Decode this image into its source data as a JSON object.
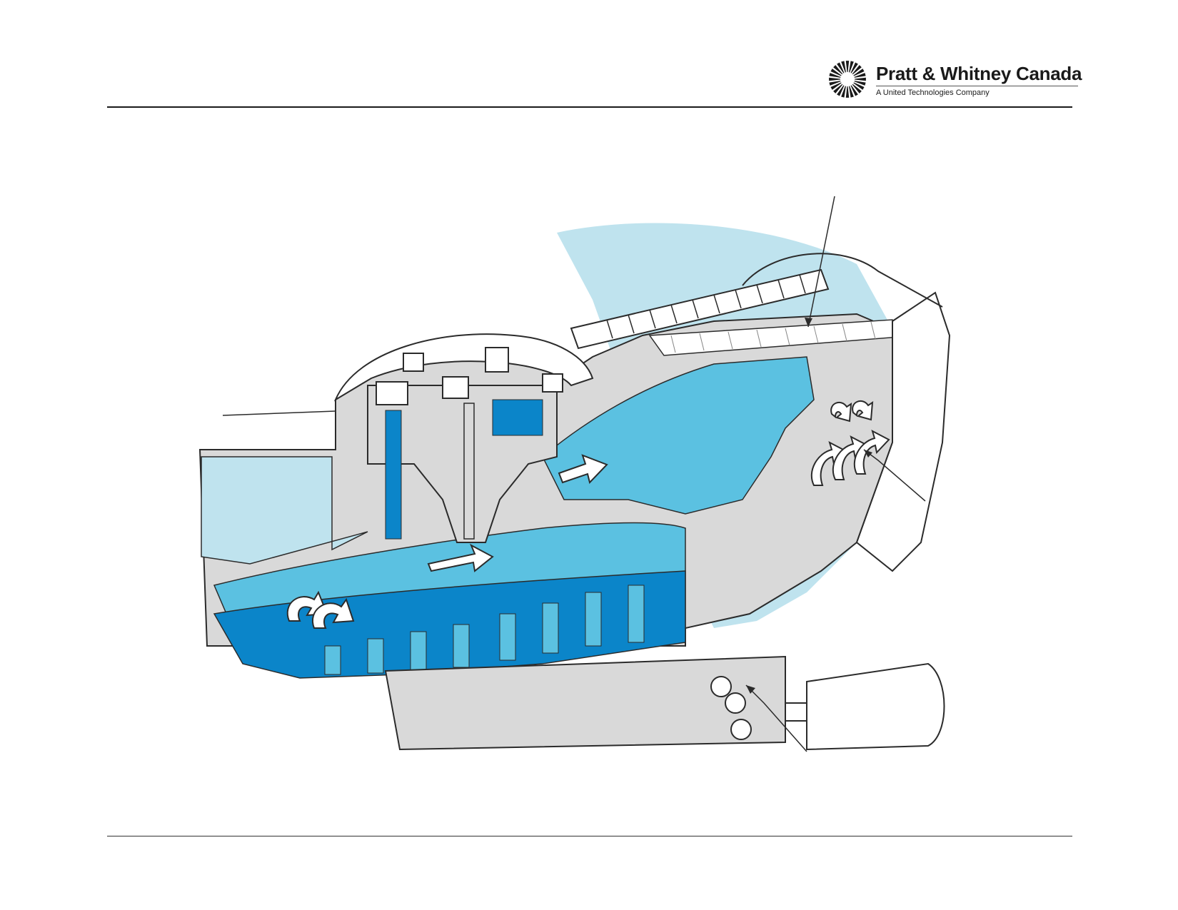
{
  "header": {
    "company_name": "Pratt & Whitney Canada",
    "company_subtitle": "A United Technologies Company"
  },
  "colors": {
    "accent_dark": "#0b85c9",
    "accent_mid": "#5bc1e1",
    "accent_light": "#bfe3ee",
    "metal_gray": "#d9d9d9",
    "outline": "#2b2b2b",
    "rule": "#1a1a1a"
  },
  "diagram": {
    "subject": "turboshaft-engine-cutaway",
    "icons": [
      "sunburst-logo-icon",
      "air-flow-arrow-icon",
      "bolt-icon",
      "bearing-ball-icon"
    ]
  }
}
